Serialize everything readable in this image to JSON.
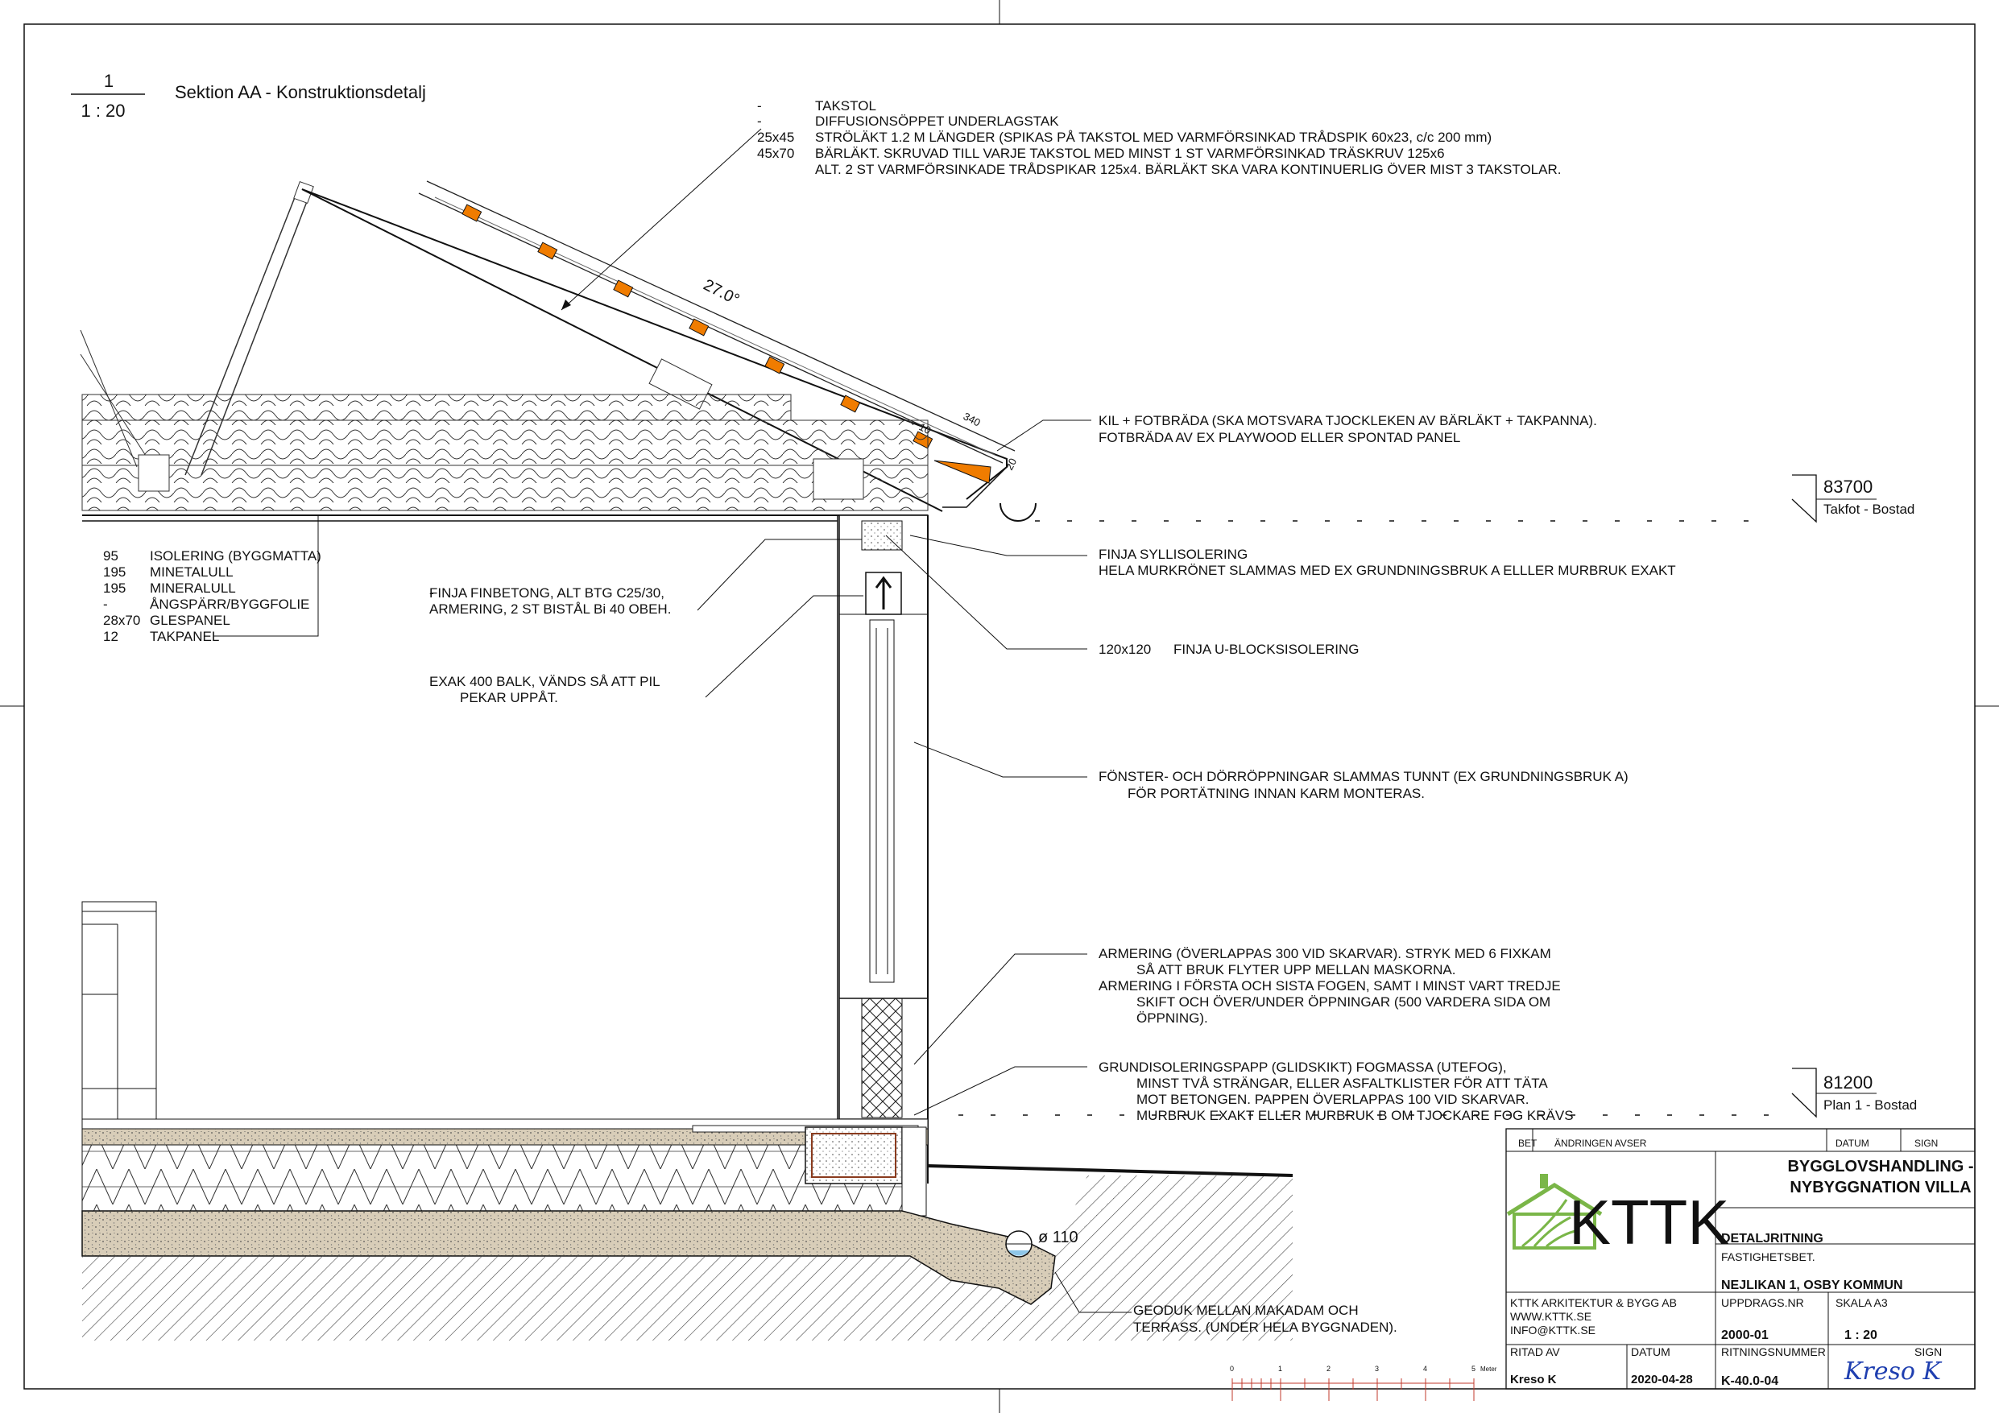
{
  "detail_header": {
    "number": "1",
    "scale": "1 : 20",
    "title": "Sektion AA - Konstruktionsdetalj"
  },
  "roof_notes": [
    {
      "code": "-",
      "text": "TAKSTOL"
    },
    {
      "code": "-",
      "text": "DIFFUSIONSÖPPET UNDERLAGSTAK"
    },
    {
      "code": "25x45",
      "text": "STRÖLÄKT 1.2 M LÄNGDER (SPIKAS PÅ TAKSTOL MED VARMFÖRSINKAD TRÅDSPIK 60x23, c/c 200 mm)"
    },
    {
      "code": "45x70",
      "text": "BÄRLÄKT. SKRUVAD TILL VARJE TAKSTOL MED MINST 1 ST VARMFÖRSINKAD TRÄSKRUV 125x6"
    },
    {
      "code": "",
      "text": "ALT. 2 ST VARMFÖRSINKADE TRÅDSPIKAR 125x4. BÄRLÄKT SKA VARA KONTINUERLIG ÖVER MIST 3 TAKSTOLAR."
    }
  ],
  "roof_angle": "27.0°",
  "dims": {
    "d340": "340",
    "d10": "10",
    "d20": "20"
  },
  "fotbrada_note": [
    "KIL + FOTBRÄDA (SKA MOTSVARA TJOCKLEKEN AV BÄRLÄKT + TAKPANNA).",
    "FOTBRÄDA AV EX PLAYWOOD ELLER SPONTAD PANEL"
  ],
  "levels": [
    {
      "value": "83700",
      "label": "Takfot - Bostad"
    },
    {
      "value": "81200",
      "label": "Plan 1 - Bostad"
    }
  ],
  "ceiling_layers": [
    {
      "code": "95",
      "text": "ISOLERING (BYGGMATTA)"
    },
    {
      "code": "195",
      "text": "MINETALULL"
    },
    {
      "code": "195",
      "text": "MINERALULL"
    },
    {
      "code": "-",
      "text": "ÅNGSPÄRR/BYGGFOLIE"
    },
    {
      "code": "28x70",
      "text": "GLESPANEL"
    },
    {
      "code": "12",
      "text": "TAKPANEL"
    }
  ],
  "finbetong_note": [
    "FINJA FINBETONG, ALT BTG C25/30,",
    "ARMERING, 2 ST BISTÅL Bi 40 OBEH."
  ],
  "balk_note": [
    "EXAK 400 BALK, VÄNDS SÅ ATT PIL",
    "PEKAR UPPÅT."
  ],
  "sylli_note": [
    "FINJA SYLLISOLERING",
    "HELA MURKRÖNET SLAMMAS MED EX GRUNDNINGSBRUK A ELLLER MURBRUK EXAKT"
  ],
  "ublock_note": {
    "code": "120x120",
    "text": "FINJA U-BLOCKSISOLERING"
  },
  "window_note": [
    "FÖNSTER- OCH DÖRRÖPPNINGAR SLAMMAS TUNNT (EX GRUNDNINGSBRUK A)",
    "FÖR PORTÄTNING INNAN KARM MONTERAS."
  ],
  "armering_note": [
    "ARMERING (ÖVERLAPPAS 300 VID SKARVAR). STRYK MED 6 FIXKAM",
    "SÅ ATT BRUK FLYTER UPP MELLAN MASKORNA.",
    "ARMERING I FÖRSTA OCH SISTA FOGEN, SAMT I MINST VART TREDJE",
    "SKIFT OCH ÖVER/UNDER ÖPPNINGAR (500 VARDERA SIDA OM",
    "ÖPPNING)."
  ],
  "papp_note": [
    "GRUNDISOLERINGSPAPP (GLIDSKIKT) FOGMASSA (UTEFOG),",
    "MINST TVÅ STRÄNGAR, ELLER ASFALTKLISTER FÖR ATT TÄTA",
    "MOT BETONGEN. PAPPEN ÖVERLAPPAS 100 VID SKARVAR.",
    "MURBRUK EXAKT ELLER MURBRUK B OM TJOCKARE FOG KRÄVS"
  ],
  "drain_label": "ø 110",
  "geoduk_note": [
    "GEODUK MELLAN MAKADAM OCH",
    "TERRASS. (UNDER HELA BYGGNADEN)."
  ],
  "title_block": {
    "bet": "BET",
    "andringen": "ÄNDRINGEN AVSER",
    "datum_head": "DATUM",
    "sign_head": "SIGN",
    "project_line1": "BYGGLOVSHANDLING -",
    "project_line2": "NYBYGGNATION VILLA",
    "logo_text": "KTTK",
    "drawing_type": "DETALJRITNING",
    "fastighet_label": "FASTIGHETSBET.",
    "fastighet_value": "NEJLIKAN 1, OSBY KOMMUN",
    "company": "KTTK ARKITEKTUR & BYGG AB",
    "web": "WWW.KTTK.SE",
    "email": "INFO@KTTK.SE",
    "uppdrag_label": "UPPDRAGS.NR",
    "uppdrag_value": "2000-01",
    "skala_label": "SKALA A3",
    "skala_value": "1 : 20",
    "ritad_label": "RITAD AV",
    "ritad_value": "Kreso K",
    "datum_label": "DATUM",
    "datum_value": "2020-04-28",
    "ritnr_label": "RITNINGSNUMMER",
    "ritnr_value": "K-40.0-04",
    "sign_label": "SIGN",
    "signature": "Kreso K"
  },
  "scale_bar": {
    "ticks": [
      "0",
      "1",
      "2",
      "3",
      "4",
      "5"
    ],
    "unit": "Meter"
  },
  "colors": {
    "accent_orange": "#f07c00",
    "logo_green": "#7ab648",
    "line": "#111111",
    "hatch": "#555555",
    "concrete": "#d8cdb8"
  }
}
